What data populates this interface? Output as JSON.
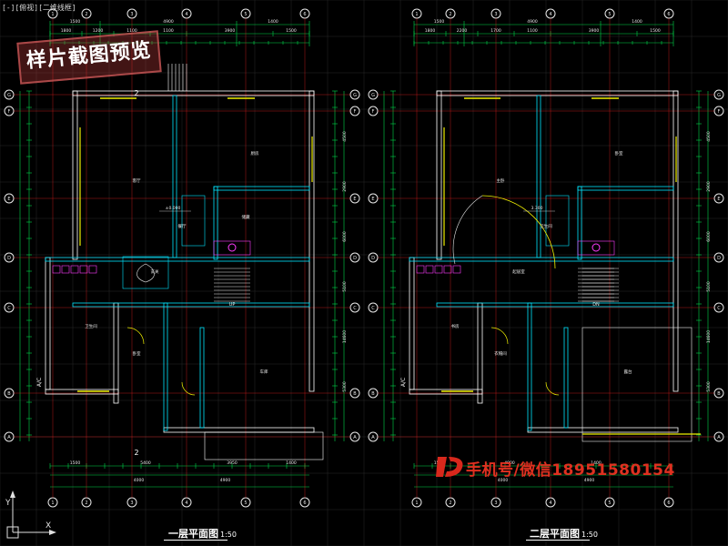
{
  "viewport": {
    "label": "[-][俯视][二维线框]"
  },
  "watermark": {
    "text": "样片截图预览"
  },
  "plans": [
    {
      "title": "一层平面图",
      "scale": "1:50"
    },
    {
      "title": "二层平面图",
      "scale": "1:50"
    }
  ],
  "contact": {
    "text": "手机号/微信18951580154"
  },
  "ucs": {
    "x_label": "X",
    "y_label": "Y"
  },
  "left_plan": {
    "top_dims_outer": [
      "1500",
      "4900",
      "1400"
    ],
    "top_dims_inner": [
      "1800",
      "1200",
      "1100",
      "1100",
      "3900",
      "1500"
    ],
    "bottom_dims_outer": [
      "1500",
      "5400",
      "3950",
      "1400"
    ],
    "bottom_dims_inner": [
      "4000",
      "4900"
    ],
    "axes_left": [
      "G",
      "F",
      "E",
      "D",
      "C",
      "B",
      "A"
    ],
    "axes_top": [
      "1",
      "2",
      "3",
      "4",
      "5",
      "6"
    ],
    "side_dims": [
      "4500",
      "2900",
      "6000",
      "5100",
      "14600",
      "5300"
    ],
    "room_labels": [
      "客厅",
      "厨房",
      "卫生间",
      "餐厅",
      "卧室",
      "车库",
      "玄关",
      "储藏"
    ],
    "marker_2": "2",
    "stair_label": "UP",
    "ac_label": "A/C",
    "level_mark": "±0.000"
  },
  "right_plan": {
    "top_dims_outer": [
      "1500",
      "4900",
      "1400"
    ],
    "top_dims_inner": [
      "1800",
      "2200",
      "1700",
      "1100",
      "3900",
      "1500"
    ],
    "bottom_dims_outer": [
      "1500",
      "4900",
      "1400"
    ],
    "bottom_dims_inner": [
      "4000",
      "4900"
    ],
    "axes_left": [
      "G",
      "F",
      "E",
      "D",
      "C",
      "B",
      "A"
    ],
    "axes_top": [
      "1",
      "2",
      "3",
      "4",
      "5",
      "6"
    ],
    "side_dims": [
      "4500",
      "2900",
      "6000",
      "5100",
      "14600",
      "5300"
    ],
    "room_labels": [
      "主卧",
      "卧室",
      "书房",
      "卫生间",
      "衣帽间",
      "露台",
      "起居室"
    ],
    "stair_label": "DN",
    "ac_label": "A/C",
    "level_mark": "3.300"
  },
  "colors": {
    "wall": "#ffffff",
    "cyan": "#00e5ff",
    "green": "#00d84a",
    "magenta": "#ff3cff",
    "yellow": "#f0f000",
    "grid": "#2a2a2a",
    "red": "#ff2020",
    "text": "#e8e8e8"
  }
}
